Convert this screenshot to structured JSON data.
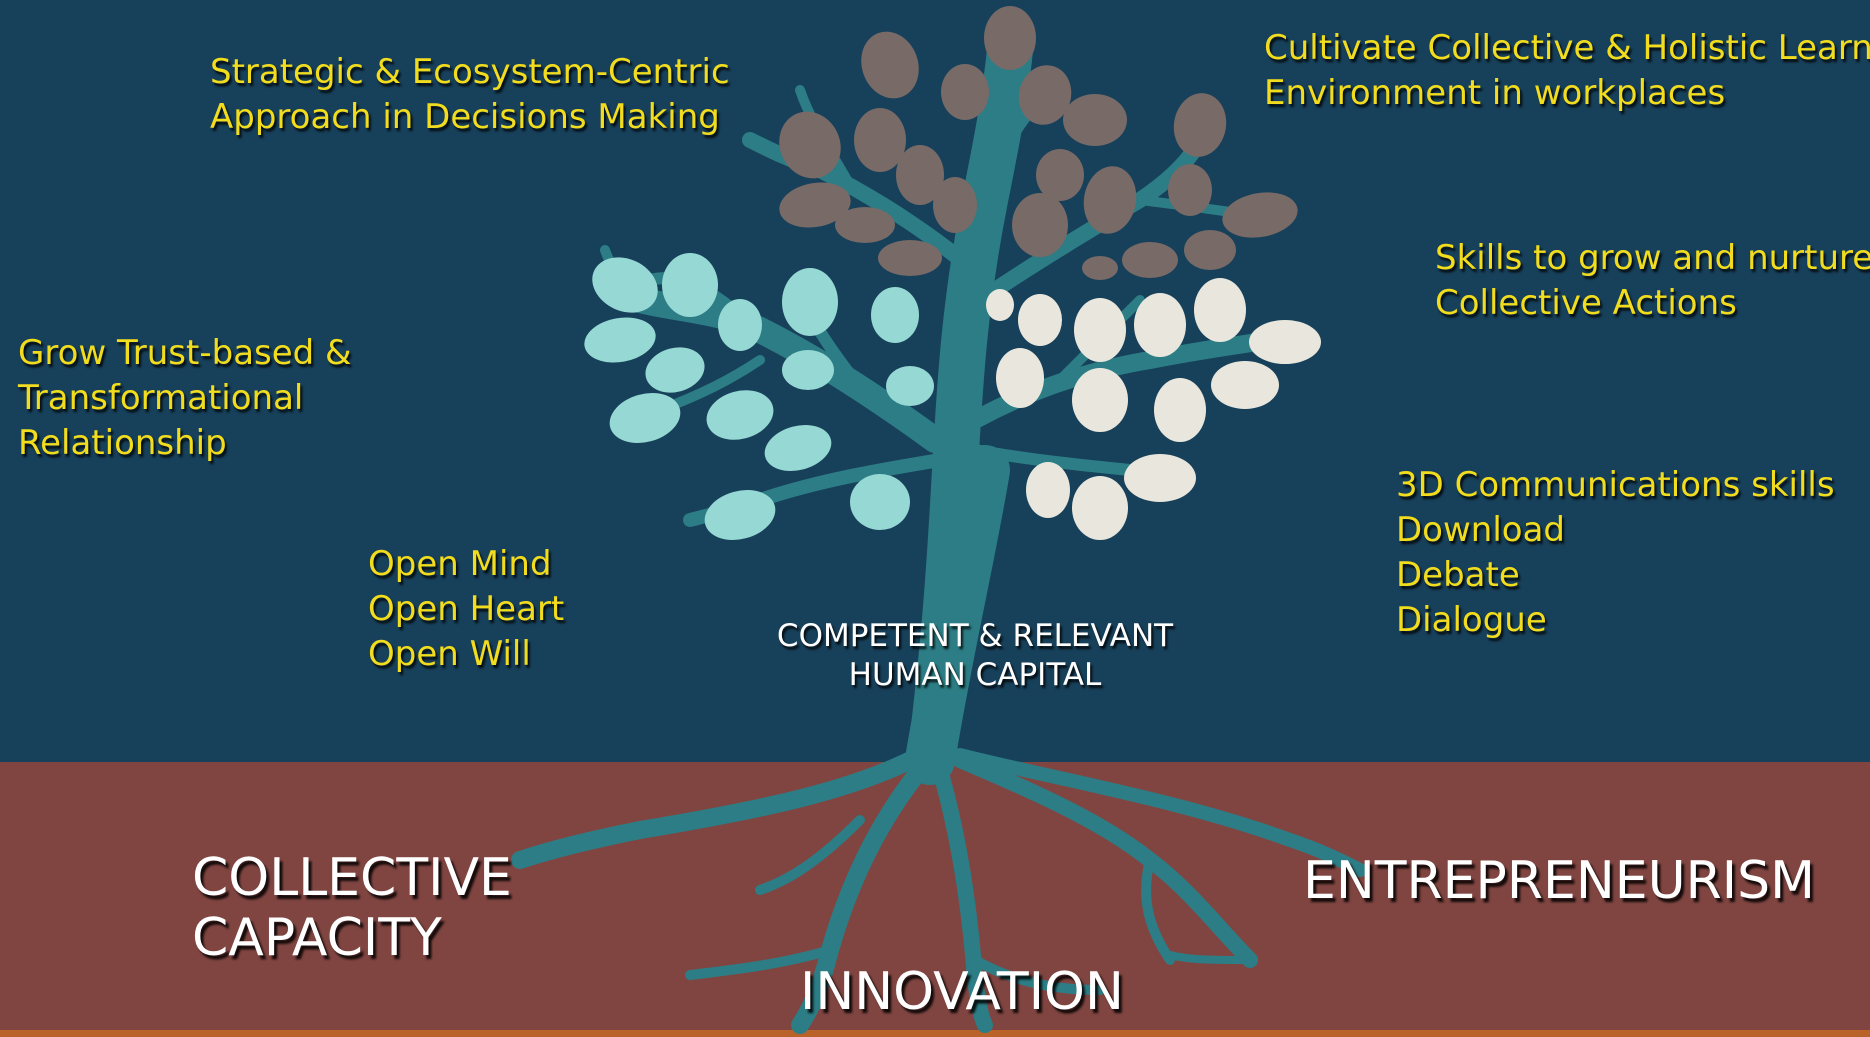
{
  "colors": {
    "sky": "#17405a",
    "soil": "#804541",
    "soil_edge": "#b9632b",
    "trunk": "#2c7d85",
    "leaf_gray": "#776a67",
    "leaf_teal": "#96d8d3",
    "leaf_cream": "#e9e7dd",
    "label_yellow": "#f2dc1e",
    "text_white": "#ffffff"
  },
  "labels": {
    "strategic": [
      "Strategic & Ecosystem-Centric",
      "Approach in Decisions Making"
    ],
    "cultivate": [
      "Cultivate Collective & Holistic Learning",
      "Environment in workplaces"
    ],
    "skills": [
      "Skills to grow and nurture",
      "Collective Actions"
    ],
    "trust": [
      "Grow Trust-based &",
      "Transformational",
      "Relationship"
    ],
    "open": [
      "Open Mind",
      "Open Heart",
      "Open Will"
    ],
    "comms": [
      "3D Communications skills",
      "Download",
      "Debate",
      "Dialogue"
    ]
  },
  "trunk_caption": [
    "COMPETENT & RELEVANT",
    "HUMAN CAPITAL"
  ],
  "roots": {
    "collective": [
      "COLLECTIVE",
      "CAPACITY"
    ],
    "innovation": "INNOVATION",
    "entrepreneurism": "ENTREPRENEURISM"
  }
}
